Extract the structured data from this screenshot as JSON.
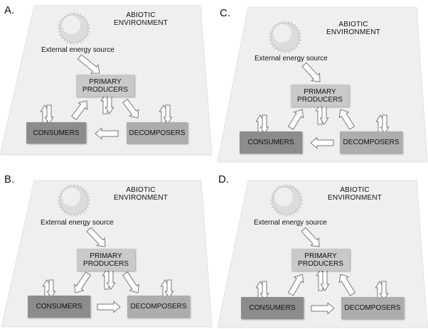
{
  "colors": {
    "plane": "#efefef",
    "primary": "#c9c9c9",
    "consumers": "#8c8c8c",
    "decomposers": "#adadad",
    "arrow_fill": "#ffffff",
    "arrow_stroke": "#777777",
    "sun": "#dcdcdc"
  },
  "panels": [
    {
      "label": "A.",
      "abiotic": "ABIOTIC\nENVIRONMENT",
      "energy_source": "External energy source",
      "primary_producers": "PRIMARY\nPRODUCERS",
      "consumers": "CONSUMERS",
      "decomposers": "DECOMPOSERS",
      "flow": "consumers-to-primary; primary-to-decomposers; decomposers-to-consumers"
    },
    {
      "label": "B.",
      "abiotic": "ABIOTIC\nENVIRONMENT",
      "energy_source": "External energy source",
      "primary_producers": "PRIMARY\nPRODUCERS",
      "consumers": "CONSUMERS",
      "decomposers": "DECOMPOSERS",
      "flow": "primary-to-consumers; primary-to-decomposers; consumers-to-decomposers"
    },
    {
      "label": "C.",
      "abiotic": "ABIOTIC\nENVIRONMENT",
      "energy_source": "External energy source",
      "primary_producers": "PRIMARY\nPRODUCERS",
      "consumers": "CONSUMERS",
      "decomposers": "DECOMPOSERS",
      "flow": "consumers-to-primary; decomposers-to-primary; decomposers-to-consumers"
    },
    {
      "label": "D.",
      "abiotic": "ABIOTIC\nENVIRONMENT",
      "energy_source": "External energy source",
      "primary_producers": "PRIMARY\nPRODUCERS",
      "consumers": "CONSUMERS",
      "decomposers": "DECOMPOSERS",
      "flow": "consumers-to-primary; decomposers-to-primary; consumers-to-decomposers"
    }
  ]
}
